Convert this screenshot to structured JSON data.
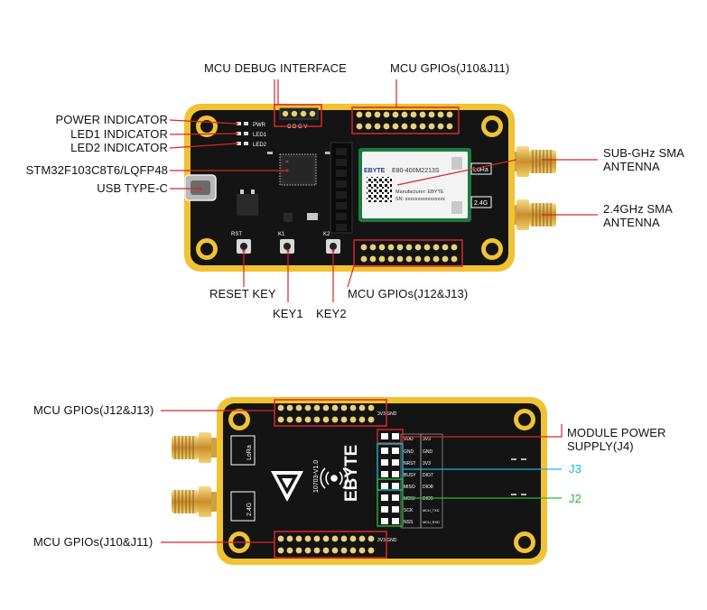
{
  "top_board": {
    "callouts": {
      "debug": "MCU DEBUG INTERFACE",
      "gpio_top": "MCU GPIOs(J10&J11)",
      "power": "POWER INDICATOR",
      "led1": "LED1 INDICATOR",
      "led2": "LED2 INDICATOR",
      "mcu": "STM32F103C8T6/LQFP48",
      "usb": "USB TYPE-C",
      "subghz": "SUB-GHz SMA\nANTENNA",
      "ghz24": "2.4GHz SMA\nANTENNA",
      "reset": "RESET KEY",
      "key1": "KEY1",
      "key2": "KEY2",
      "gpio_bottom": "MCU GPIOs(J12&J13)"
    },
    "silk": {
      "pwr": "PWR",
      "led1": "LED1",
      "led2": "LED2",
      "cdgv": "C D G V",
      "rst": "RST",
      "k1": "K1",
      "k2": "K2",
      "lora": "LoRa",
      "g24": "2.4G",
      "module_model": "E80-400M2213S",
      "module_brand": "EBYTE",
      "module_mfr": "Manufacturer: EBYTE",
      "module_sn": "SN: xxxxxxxxxxxxxxxx"
    }
  },
  "bottom_board": {
    "callouts": {
      "gpio_top": "MCU GPIOs(J12&J13)",
      "gpio_bottom": "MCU GPIOs(J10&J11)",
      "power_supply": "MODULE POWER\nSUPPLY(J4)",
      "j3": "J3",
      "j2": "J2"
    },
    "silk": {
      "brand": "EBYTE",
      "version": "10703-V1.0",
      "lora": "LoRa",
      "g24": "2.4G",
      "v33_gnd_top": "3V3 GND",
      "v33_gnd_bottom": "3V3 GND",
      "pins_left": [
        "VDD",
        "GND",
        "NRST",
        "BUSY",
        "MISO",
        "MOSI",
        "SCK",
        "NSS"
      ],
      "pins_right": [
        "3V3",
        "GND",
        "3V3",
        "DIO7",
        "DIO8",
        "DIO9",
        "MCU_TXD",
        "MCU_RXD"
      ]
    }
  },
  "colors": {
    "board": "#141414",
    "edge": "#f1c232",
    "callout": "#d8262a",
    "j3": "#18b6d8",
    "j2": "#27b43a"
  }
}
